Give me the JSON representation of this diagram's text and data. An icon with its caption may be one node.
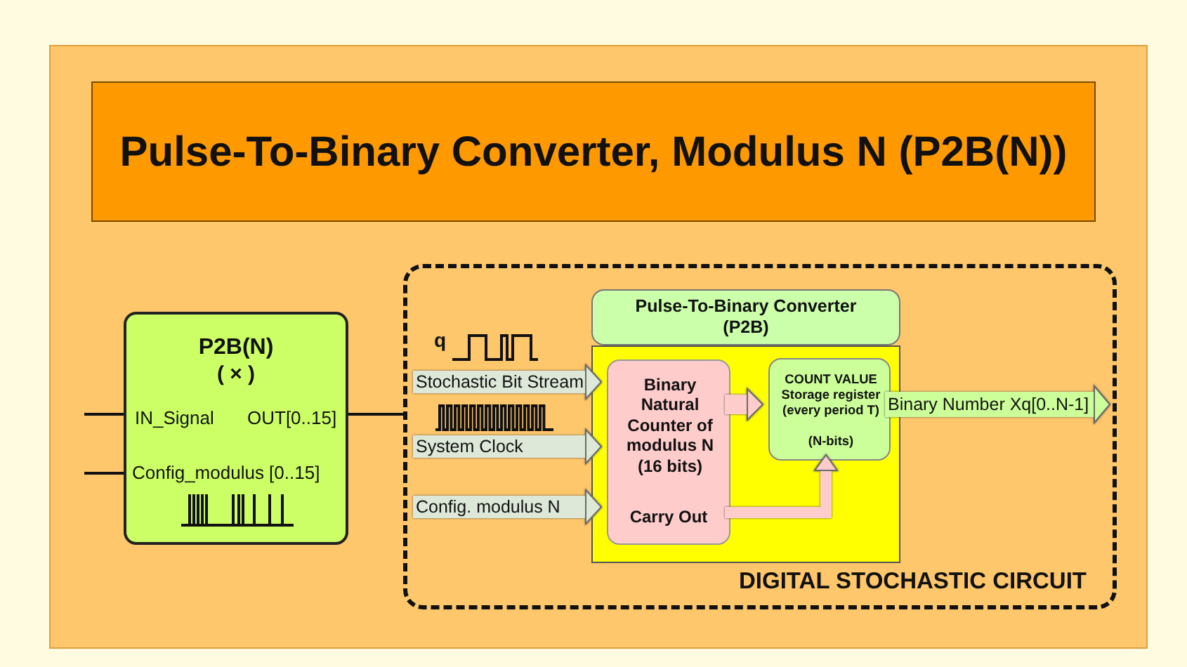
{
  "diagram": {
    "title": "Pulse-To-Binary Converter, Modulus N (P2B(N))",
    "nodes": [
      {
        "text": [
          "P2B(N)",
          "( × )",
          "IN_Signal",
          "OUT[0..15]",
          "Config_modulus [0..15]"
        ]
      },
      {
        "text": [
          "DIGITAL STOCHASTIC CIRCUIT"
        ]
      },
      {
        "text": [
          "Pulse-To-Binary Converter (P2B)"
        ],
        "in": 1
      },
      {
        "text": [],
        "shape": "box",
        "in": 1
      },
      {
        "text": [
          "Binary Natural Counter of modulus N (16 bits)",
          "Carry Out"
        ],
        "in": 3
      },
      {
        "text": [
          "COUNT VALUE Storage register (every period T)",
          "(N-bits)"
        ],
        "in": 3
      }
    ],
    "edges": [
      {
        "from": null,
        "to": 0,
        "arrow": "none",
        "color": "#111111"
      },
      {
        "from": null,
        "to": 0,
        "arrow": "none",
        "color": "#111111"
      },
      {
        "from": 0,
        "to": 1,
        "arrow": "none",
        "color": "#111111"
      },
      {
        "from": null,
        "to": 4,
        "arrow": "to",
        "label": "Stochastic Bit Stream",
        "color": "#dde8d8"
      },
      {
        "from": null,
        "to": 4,
        "arrow": "to",
        "label": "System Clock",
        "color": "#dde8d8"
      },
      {
        "from": null,
        "to": 4,
        "arrow": "to",
        "label": "Config. modulus N",
        "color": "#dde8d8"
      },
      {
        "from": 4,
        "to": 5,
        "arrow": "to",
        "color": "#ffcccc"
      },
      {
        "from": 4,
        "to": 5,
        "arrow": "to",
        "color": "#ffcccc"
      },
      {
        "from": 5,
        "to": null,
        "arrow": "to",
        "label": "Binary Number Xq[0..N-1]",
        "color": "#ccff99"
      }
    ],
    "labels": [
      "q"
    ]
  }
}
